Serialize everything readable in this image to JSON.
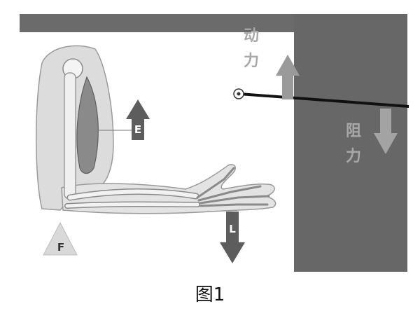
{
  "caption": "图1",
  "labels": {
    "effort_muscle": "E",
    "load": "L",
    "fulcrum": "F",
    "driving_force": "动力",
    "resistance": "阻力"
  }
}
